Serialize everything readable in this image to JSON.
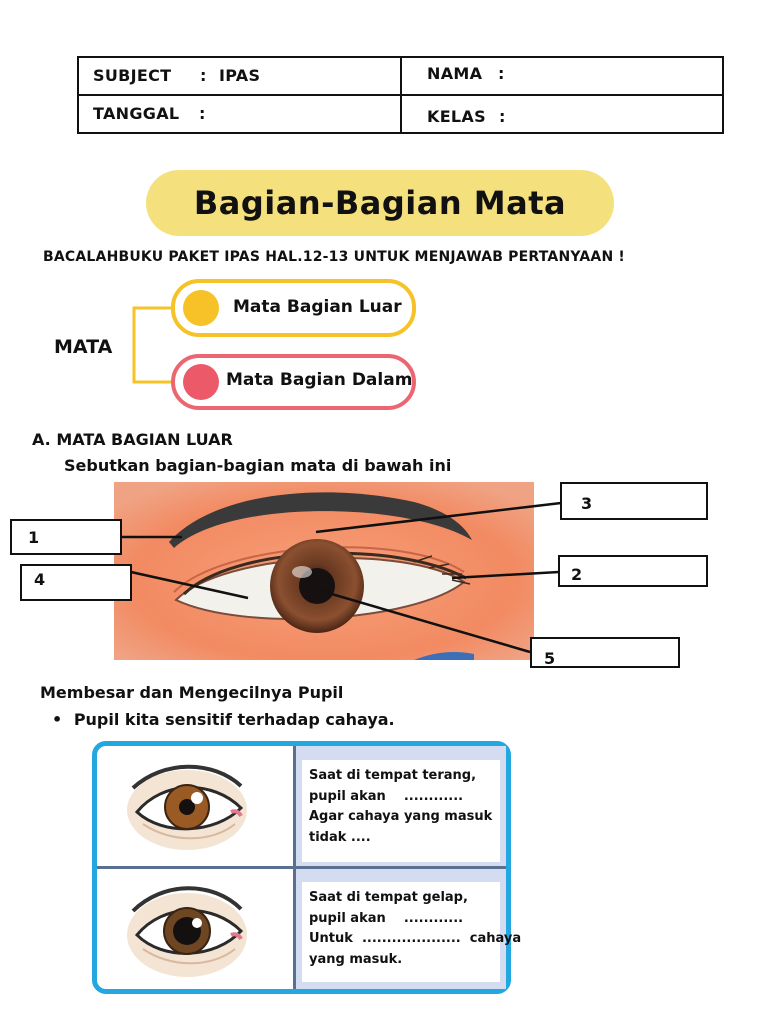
{
  "header": {
    "subject_label": "SUBJECT",
    "subject_sep": ":",
    "subject_value": "IPAS",
    "nama_label": "NAMA",
    "nama_sep": ":",
    "tanggal_label": "TANGGAL",
    "tanggal_sep": ":",
    "kelas_label": "KELAS",
    "kelas_sep": ":"
  },
  "title": "Bagian-Bagian Mata",
  "instruction": "BACALAHBUKU PAKET IPAS HAL.12-13 UNTUK MENJAWAB PERTANYAAN  !",
  "mindmap": {
    "root": "MATA",
    "branches": [
      "Mata Bagian Luar",
      "Mata Bagian Dalam"
    ]
  },
  "section_a": {
    "heading": "A. MATA BAGIAN LUAR",
    "prompt": "Sebutkan bagian-bagian mata di bawah ini",
    "labels": [
      "1",
      "2",
      "3",
      "4",
      "5"
    ]
  },
  "pupil": {
    "heading": "Membesar dan Mengecilnya Pupil",
    "bullet": "Pupil kita sensitif terhadap cahaya.",
    "rows": [
      {
        "lines": [
          "Saat di tempat terang,",
          "pupil akan    ............",
          "Agar cahaya yang masuk",
          "tidak ...."
        ]
      },
      {
        "lines": [
          "Saat di tempat gelap,",
          "pupil akan    ............",
          "Untuk  ....................  cahaya",
          "yang masuk."
        ]
      }
    ]
  },
  "colors": {
    "title_bg": "#f5e07e",
    "branch_outer": "#f6c227",
    "branch_inner": "#ec6672",
    "table_border": "#22a7e0",
    "table_divider": "#5a7090",
    "text_cell_bg": "#d4dcf2"
  }
}
